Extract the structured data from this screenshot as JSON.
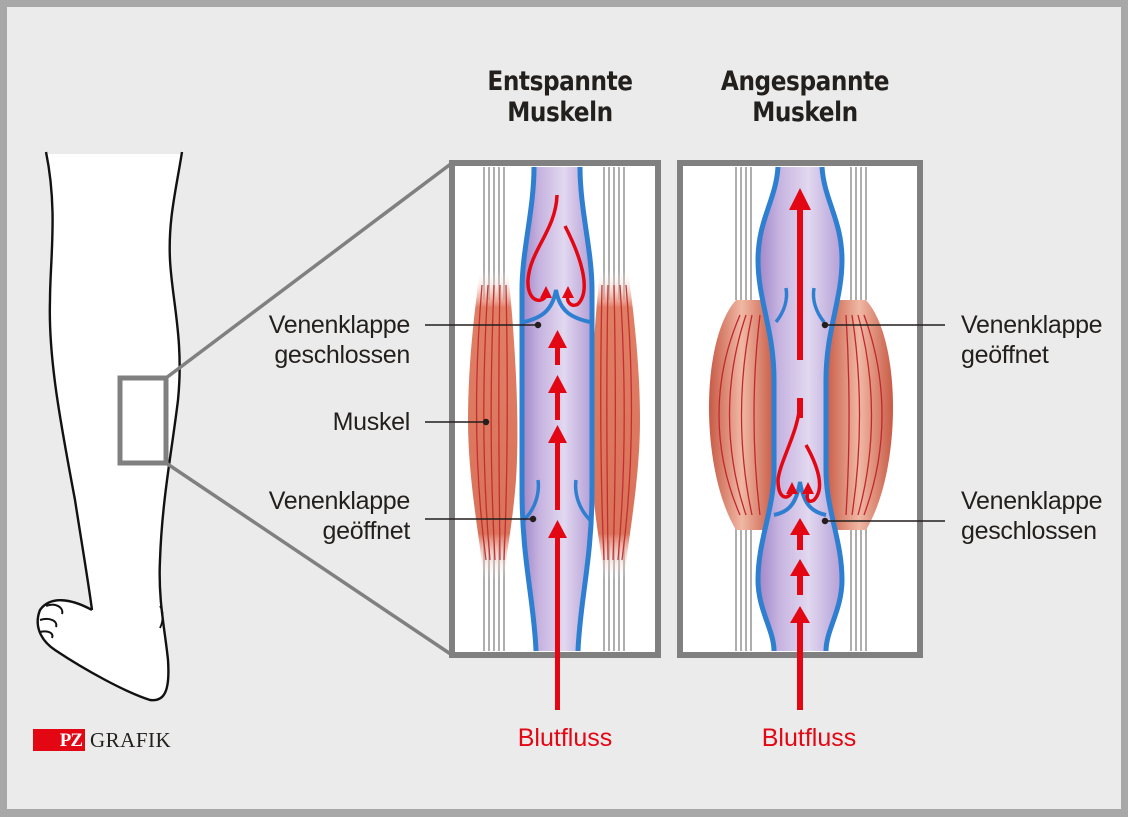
{
  "diagram": {
    "type": "anatomical-illustration",
    "subject": "venous valves and calf muscle pump",
    "panels": [
      {
        "id": "relaxed",
        "title": "Entspannte Muskeln",
        "title_lines": [
          "Entspannte",
          "Muskeln"
        ],
        "flow_label": "Blutfluss",
        "annotations": [
          {
            "text_lines": [
              "Venenklappe",
              "geschlossen"
            ],
            "side": "left",
            "target": "upper-valve"
          },
          {
            "text_lines": [
              "Muskel"
            ],
            "side": "left",
            "target": "muscle"
          },
          {
            "text_lines": [
              "Venenklappe",
              "geöffnet"
            ],
            "side": "left",
            "target": "lower-valve"
          }
        ]
      },
      {
        "id": "tensed",
        "title": "Angespannte Muskeln",
        "title_lines": [
          "Angespannte",
          "Muskeln"
        ],
        "flow_label": "Blutfluss",
        "annotations": [
          {
            "text_lines": [
              "Venenklappe",
              "geöffnet"
            ],
            "side": "right",
            "target": "upper-valve"
          },
          {
            "text_lines": [
              "Venenklappe",
              "geschlossen"
            ],
            "side": "right",
            "target": "lower-valve"
          }
        ]
      }
    ]
  },
  "logo": {
    "box_text": "PZ",
    "text": "GRAFIK"
  },
  "colors": {
    "background": "#ebebeb",
    "outer_border": "#a8a8a8",
    "frame_gray": "#808080",
    "muscle": "#d9735a",
    "muscle_fiber": "#c1272d",
    "vein_wall": "#2f7fd0",
    "vein_lumen": "#c9b6e0",
    "blood_flow": "#e30613",
    "text": "#231f1d"
  },
  "icons": {
    "leg": "leg-outline-icon",
    "flow_arrow": "arrow-up-icon",
    "backflow_arrow": "curved-arrow-icon"
  }
}
